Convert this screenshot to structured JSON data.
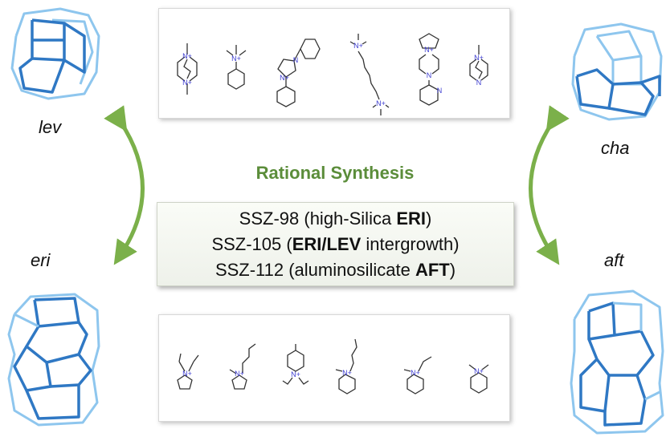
{
  "title": "Rational Synthesis",
  "materials": [
    {
      "prefix": "SSZ-98 (high-Silica ",
      "bold": "ERI",
      "suffix": ")"
    },
    {
      "prefix": "SSZ-105 (",
      "bold": "ERI/LEV",
      "suffix": " intergrowth)"
    },
    {
      "prefix": "SSZ-112 (aluminosilicate ",
      "bold": "AFT",
      "suffix": ")"
    }
  ],
  "cages": {
    "lev": "lev",
    "cha": "cha",
    "eri": "eri",
    "aft": "aft"
  },
  "atoms": {
    "n_plus": "N+",
    "n": "N"
  },
  "colors": {
    "arrow": "#7bb04a",
    "title": "#5b8d3a",
    "cage_dark": "#2f78c4",
    "cage_light": "#8ec6ee"
  }
}
